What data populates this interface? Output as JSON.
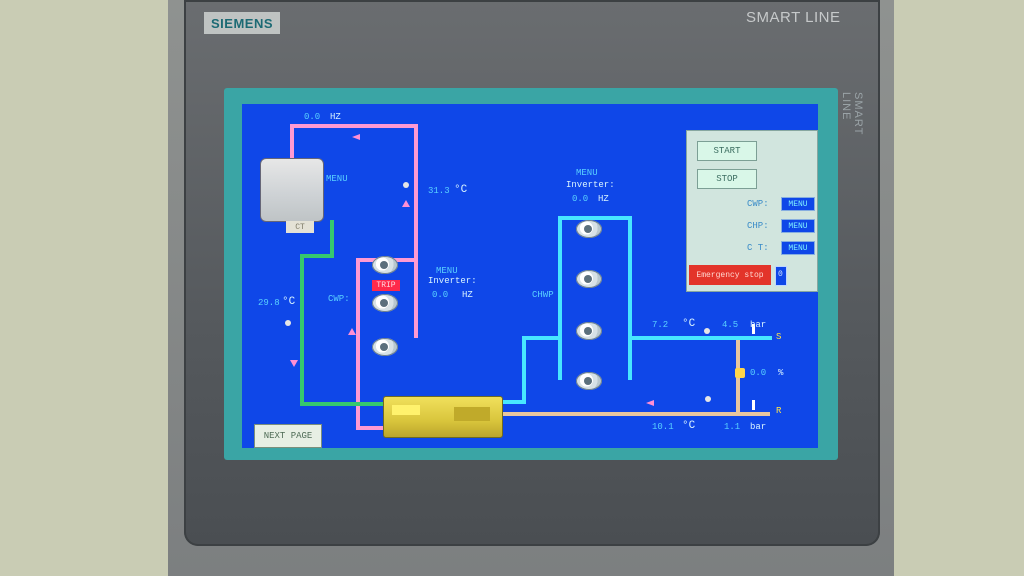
{
  "device": {
    "brand": "SIEMENS",
    "model": "SMART LINE"
  },
  "tower": {
    "label": "CT",
    "menu": "MENU",
    "fan_freq": "0.0",
    "freq_unit": "HZ"
  },
  "temps": {
    "outlet": "31.3",
    "inlet_left": "29.8",
    "right_supply": "7.2",
    "right_return": "10.1",
    "unit": "°C"
  },
  "cwp": {
    "label": "CWP:",
    "menu": "MENU",
    "inverter_label": "Inverter:",
    "freq": "0.0",
    "freq_unit": "HZ",
    "trip": "TRIP"
  },
  "chwp": {
    "label": "CHWP",
    "menu": "MENU",
    "inverter_label": "Inverter:",
    "freq": "0.0",
    "freq_unit": "HZ"
  },
  "pressure": {
    "supply": "4.5",
    "return": "1.1",
    "unit": "bar"
  },
  "valve": {
    "percent": "0.0",
    "unit": "%"
  },
  "headers": {
    "supply": "S",
    "return": "R"
  },
  "control": {
    "start": "START",
    "stop": "STOP",
    "cwp_label": "CWP:",
    "chp_label": "CHP:",
    "ct_label": "C T:",
    "menu": "MENU",
    "estop": "Emergency stop",
    "estop_value": "0"
  },
  "nav": {
    "next_page": "NEXT PAGE"
  },
  "colors": {
    "pipe_pink": "#ff9ad2",
    "pipe_green": "#36c86e",
    "pipe_cyan": "#48e6ff",
    "pipe_tan": "#e8c79f",
    "screen_blue": "#0f47e8"
  }
}
